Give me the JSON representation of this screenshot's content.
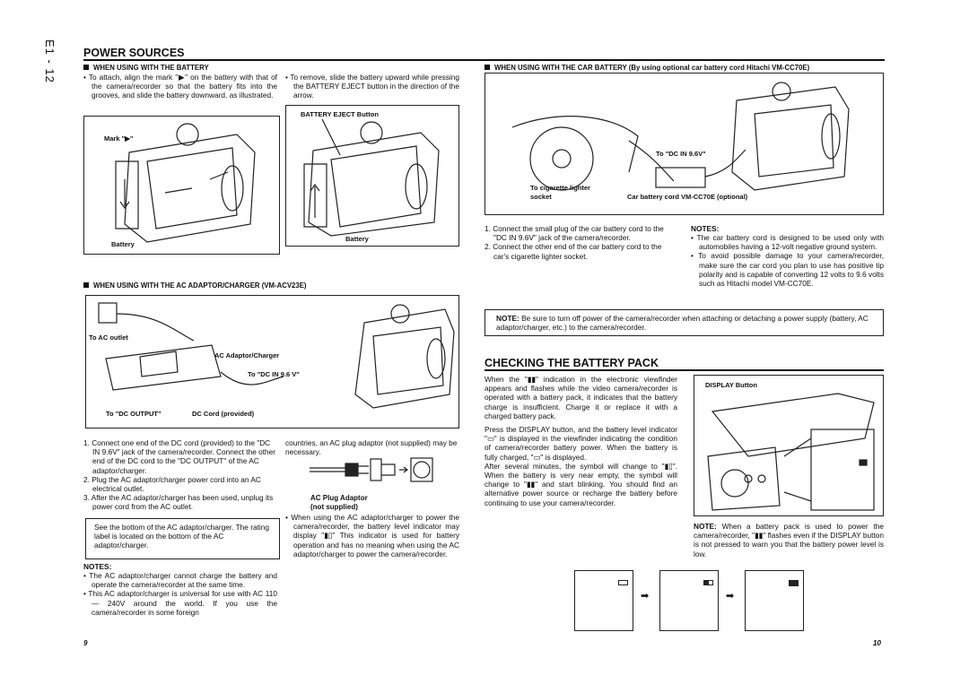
{
  "page_code": "E1 - 12",
  "left": {
    "title": "POWER SOURCES",
    "battery": {
      "heading": "WHEN USING WITH THE BATTERY",
      "attach": "To attach, align the mark \"▶\" on the battery with that of the camera/recorder so that the battery fits into the grooves, and slide the battery downward, as illustrated.",
      "remove": "To remove, slide the battery upward while pressing the BATTERY EJECT button in the direction of the arrow.",
      "fig1_mark": "Mark \"▶\"",
      "fig1_battery": "Battery",
      "fig2_eject": "BATTERY EJECT Button",
      "fig2_battery": "Battery"
    },
    "ac": {
      "heading": "WHEN USING WITH THE AC ADAPTOR/CHARGER (VM-ACV23E)",
      "fig_outlet": "To AC outlet",
      "fig_adaptor": "AC Adaptor/Charger",
      "fig_dcin": "To \"DC IN 9.6 V\"",
      "fig_dcout": "To \"DC OUTPUT\"",
      "fig_cord": "DC Cord (provided)",
      "steps": [
        "1. Connect one end of the DC cord (provided) to the \"DC IN 9.6V\" jack of the camera/recorder. Connect the other end of the DC cord to the \"DC OUTPUT\" of the AC adaptor/charger.",
        "2. Plug the AC adaptor/charger power cord into an AC electrical outlet.",
        "3. After the AC adaptor/charger has been used, unplug its power cord from the AC outlet."
      ],
      "rating_note": "See the bottom of the AC adaptor/charger. The rating label is located on the bottom of the AC adaptor/charger.",
      "notes_label": "NOTES:",
      "notes": [
        "The AC adaptor/charger cannot charge the battery and operate the camera/recorder at the same time.",
        "This AC adaptor/charger is universal for use with AC 110 — 240V around the world. If you use the camera/recorder in some foreign"
      ],
      "cont": "countries, an AC plug adaptor (not supplied) may be necessary.",
      "plug_label": "AC Plug Adaptor",
      "plug_sub": "(not supplied)",
      "indicator_note": "When using the AC adaptor/charger to power the camera/recorder, the battery level indicator may display \"▮▯\" This indicator is used for battery operation and has no meaning when using the AC adaptor/charger to power the camera/recorder."
    },
    "page_number": "9"
  },
  "right": {
    "car": {
      "heading": "WHEN USING WITH THE CAR BATTERY (By using optional car battery cord Hitachi VM-CC70E)",
      "fig_dcin": "To \"DC IN 9.6V\"",
      "fig_lighter": "To cigarette lighter socket",
      "fig_cord": "Car battery cord VM-CC70E (optional)",
      "steps": [
        "1. Connect the small plug of the car battery cord to the \"DC IN 9.6V\" jack of the camera/recorder.",
        "2. Connect the other end of the car battery cord to the car's cigarette lighter socket."
      ],
      "notes_label": "NOTES:",
      "notes": [
        "The car battery cord is designed to be used only with automobiles having a 12-volt negative ground system.",
        "To avoid possible damage to your camera/recorder, make sure the car cord you plan to use has positive tip polarity and is capable of converting 12 volts to 9.6 volts such as Hitachi model VM-CC70E."
      ],
      "power_note_label": "NOTE:",
      "power_note": " Be sure to turn off power of the camera/recorder when attaching or detaching a power supply (battery, AC adaptor/charger, etc.) to the camera/recorder."
    },
    "check": {
      "title": "CHECKING THE BATTERY PACK",
      "p1": "When the \"▮▮\" indication in the electronic viewfinder appears and flashes while the video camera/recorder is operated with a battery pack, it indicates that the battery charge is insufficient. Charge it or replace it with a charged battery pack.",
      "p2": "Press the DISPLAY button, and the battery level indicator \"▭\" is displayed in the viewfinder indicating the condition of camera/recorder battery power. When the battery is fully charged, \"▭\" is displayed.",
      "p3": "After several minutes, the symbol will change to \"▮▯\". When the battery is very near empty, the symbol will change to \"▮▮\" and start blinking. You should find an alternative power source or recharge the battery before continuing to use your camera/recorder.",
      "fig_display": "DISPLAY Button",
      "note_label": "NOTE:",
      "note": " When a battery pack is used to power the camera/recorder, \"▮▮\" flashes even if the DISPLAY button is not pressed to warn you that the battery power level is low."
    },
    "page_number": "10"
  }
}
